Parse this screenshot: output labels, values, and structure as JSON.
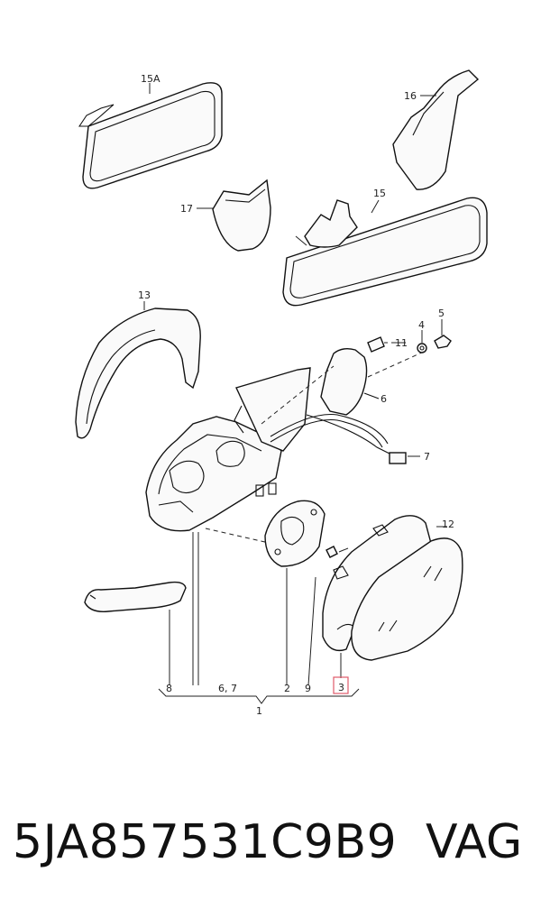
{
  "callouts": {
    "c15a": "15A",
    "c16": "16",
    "c17": "17",
    "c15": "15",
    "c13": "13",
    "c4": "4",
    "c5": "5",
    "c11": "11",
    "c6": "6",
    "c7": "7",
    "c12": "12",
    "b8": "8",
    "b67": "6, 7",
    "b2": "2",
    "b9": "9",
    "b3": "3",
    "b1": "1"
  },
  "highlight_color": "#e05a6a",
  "caption": {
    "part_number": "5JA857531C9B9",
    "brand": "VAG"
  }
}
